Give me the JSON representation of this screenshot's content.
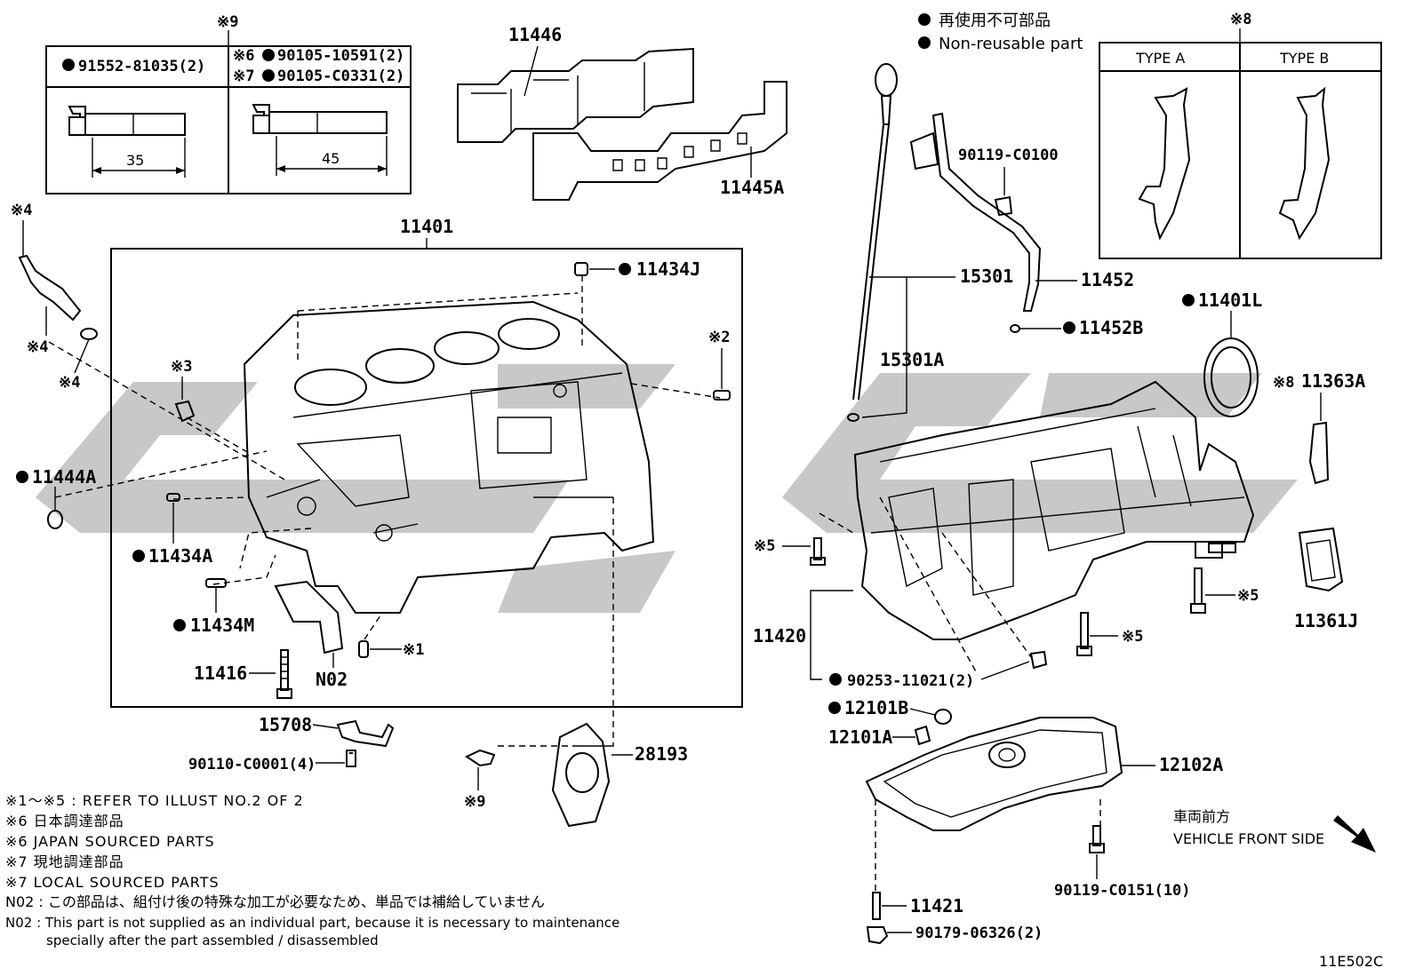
{
  "legend": {
    "jp": "再使用不可部品",
    "en": "Non-reusable part"
  },
  "bolt_table": {
    "note_mark": "※9",
    "col1_header": "91552-81035(2)",
    "col2_header_line1": "90105-10591(2)",
    "col2_header_line1_prefix": "※6",
    "col2_header_line2": "90105-C0331(2)",
    "col2_header_line2_prefix": "※7",
    "col1_length": "35",
    "col2_length": "45"
  },
  "type_table": {
    "note_mark": "※8",
    "type_a": "TYPE A",
    "type_b": "TYPE B"
  },
  "labels": {
    "p11446": "11446",
    "p11445A": "11445A",
    "p11401": "11401",
    "p11434J": "11434J",
    "n2": "※2",
    "n3": "※3",
    "n4a": "※4",
    "n4b": "※4",
    "n4c": "※4",
    "p11444A": "11444A",
    "p11434A": "11434A",
    "p11434M": "11434M",
    "p11416": "11416",
    "pN02": "N02",
    "n1": "※1",
    "p15708": "15708",
    "p90110": "90110-C0001(4)",
    "p28193": "28193",
    "n9": "※9",
    "p90119a": "90119-C0100",
    "p15301": "15301",
    "p11452": "11452",
    "p11452B": "11452B",
    "p15301A": "15301A",
    "p11401L": "11401L",
    "n8": "※8",
    "p11363A": "11363A",
    "n5a": "※5",
    "n5b": "※5",
    "n5c": "※5",
    "p11361J": "11361J",
    "p11420": "11420",
    "p90253": "90253-11021(2)",
    "p12101B": "12101B",
    "p12101A": "12101A",
    "p12102A": "12102A",
    "p90119b": "90119-C0151(10)",
    "p11421": "11421",
    "p90179": "90179-06326(2)"
  },
  "front": {
    "jp": "車両前方",
    "en": "VEHICLE FRONT SIDE"
  },
  "notes": [
    "※1～※5 : REFER TO ILLUST NO.2 OF 2",
    "※6  日本調達部品",
    "※6  JAPAN SOURCED PARTS",
    "※7  現地調達部品",
    "※7  LOCAL SOURCED PARTS",
    "N02 : この部品は、組付け後の特殊な加工が必要なため、単品では補給していません",
    "N02 : This part is not supplied as an individual part, because it is necessary to maintenance",
    "specially after the part assembled / disassembled"
  ],
  "illustration_id": "11E502C"
}
